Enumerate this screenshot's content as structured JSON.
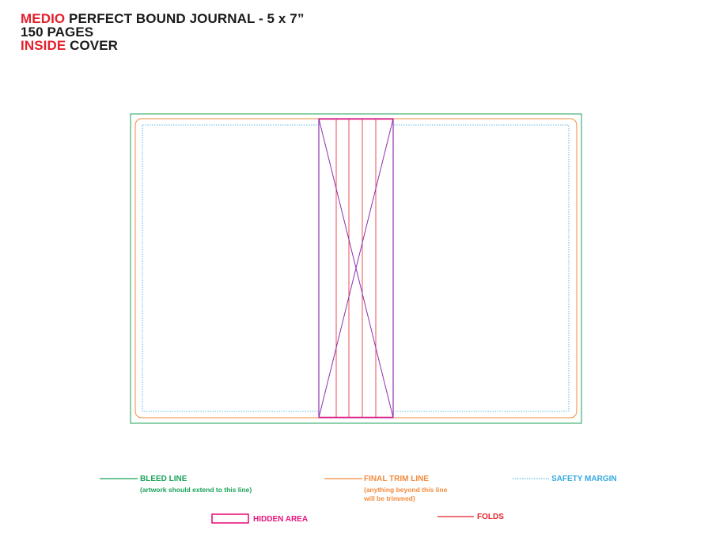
{
  "header": {
    "line1_accent": "MEDIO",
    "line1_rest": " PERFECT BOUND JOURNAL - 5 x 7”",
    "line2": "150 PAGES",
    "line3_accent": "INSIDE",
    "line3_rest": " COVER"
  },
  "colors": {
    "bleed": "#1aa35a",
    "trim": "#f28a3c",
    "safety": "#35a9e0",
    "hidden": "#e6157e",
    "folds": "#e3222c",
    "spine_outline": "#8e2fb0",
    "title_accent": "#e3222c"
  },
  "legend": {
    "bleed": {
      "label": "BLEED LINE",
      "sub": "(artwork should extend to this line)"
    },
    "trim": {
      "label": "FINAL TRIM LINE",
      "sub1": "(anything beyond this line",
      "sub2": "will be trimmed)"
    },
    "safety": {
      "label": "SAFETY MARGIN"
    },
    "hidden": {
      "label": "HIDDEN AREA"
    },
    "folds": {
      "label": "FOLDS"
    }
  }
}
